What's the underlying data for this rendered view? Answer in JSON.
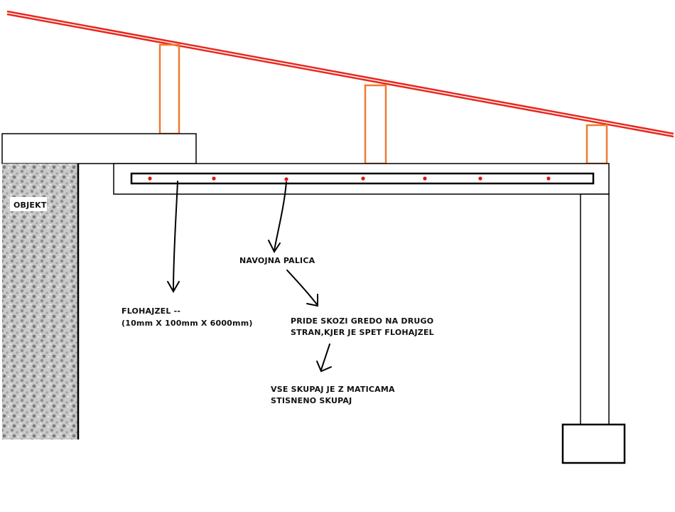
{
  "labels": {
    "objekt": "OBJEKT",
    "navojna_palica": "NAVOJNA PALICA",
    "flohajzel_line1": "FLOHAJZEL --",
    "flohajzel_line2": "(10mm X 100mm X 6000mm)",
    "pride_line1": "PRIDE SKOZI GREDO NA DRUGO",
    "pride_line2": "STRAN,KJER JE SPET FLOHAJZEL",
    "vse_line1": "VSE SKUPAJ JE Z MATICAMA",
    "vse_line2": "STISNENO SKUPAJ"
  },
  "colors": {
    "rafter": "#e8281e",
    "post": "#f07a30",
    "outline": "#000000",
    "bolt": "#e01010",
    "wall_fill": "#9a9a9a"
  }
}
